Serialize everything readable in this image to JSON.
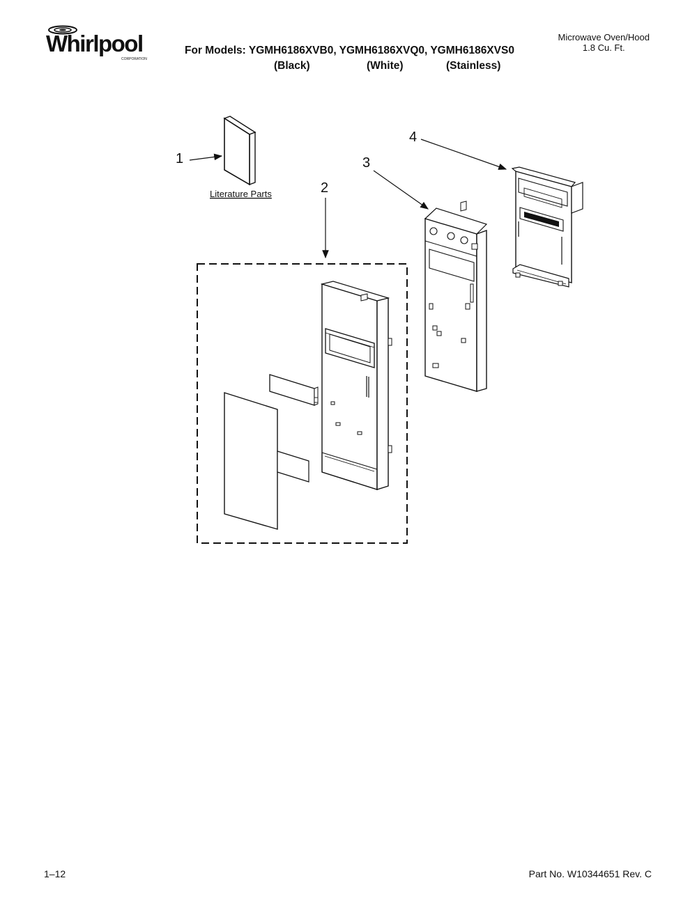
{
  "header": {
    "brand": "Whirlpool",
    "brand_sub": "CORPORATION",
    "models_line": "For Models: YGMH6186XVB0, YGMH6186XVQ0, YGMH6186XVS0",
    "variants": [
      "(Black)",
      "(White)",
      "(Stainless)"
    ],
    "product_type": "Microwave Oven/Hood",
    "product_capacity": "1.8 Cu. Ft."
  },
  "diagram": {
    "callouts": [
      "1",
      "2",
      "3",
      "4"
    ],
    "literature_label": "Literature Parts"
  },
  "footer": {
    "page_number": "1–12",
    "part_number": "Part No. W10344651 Rev. C"
  }
}
